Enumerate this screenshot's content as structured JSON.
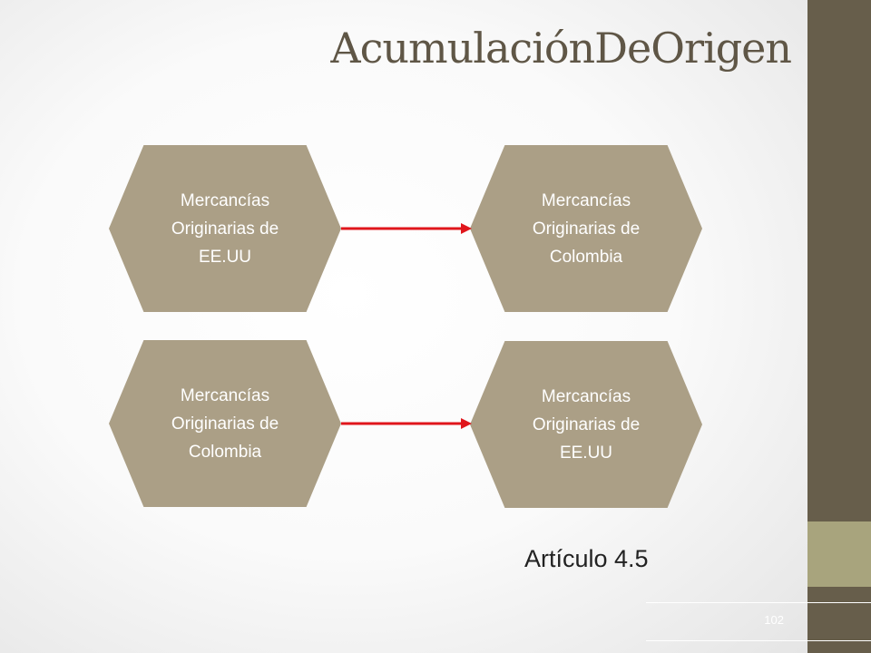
{
  "slide": {
    "title": "AcumulaciónDeOrigen",
    "caption": "Artículo 4.5",
    "page_number": "102"
  },
  "diagram": {
    "rows": [
      {
        "source": "Mercancías\nOriginarias de\nEE.UU",
        "target": "Mercancías\nOriginarias de\nColombia"
      },
      {
        "source": "Mercancías\nOriginarias de\nColombia",
        "target": "Mercancías\nOriginarias de\nEE.UU"
      }
    ]
  },
  "colors": {
    "hexagon_fill": "#ab9f86",
    "arrow": "#e0161c",
    "sidebar": "#675e4b",
    "sidebar_band": "#a8a47d",
    "title": "#5f5646"
  }
}
